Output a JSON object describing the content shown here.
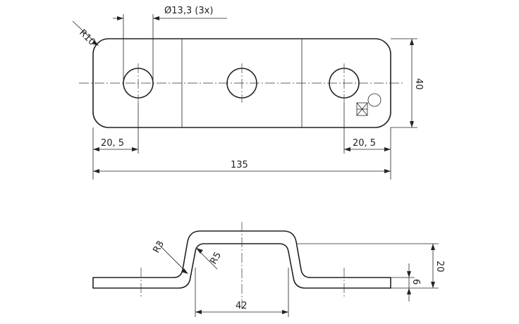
{
  "top_view": {
    "hole_diameter": "Ø13,3 (3x)",
    "corner_radius": "R10",
    "height": "40",
    "edge_left": "20, 5",
    "edge_right": "20, 5",
    "overall_length": "135"
  },
  "side_view": {
    "outer_radius": "R3",
    "inner_radius": "R5",
    "center_width": "42",
    "total_height": "20",
    "thickness": "6"
  }
}
